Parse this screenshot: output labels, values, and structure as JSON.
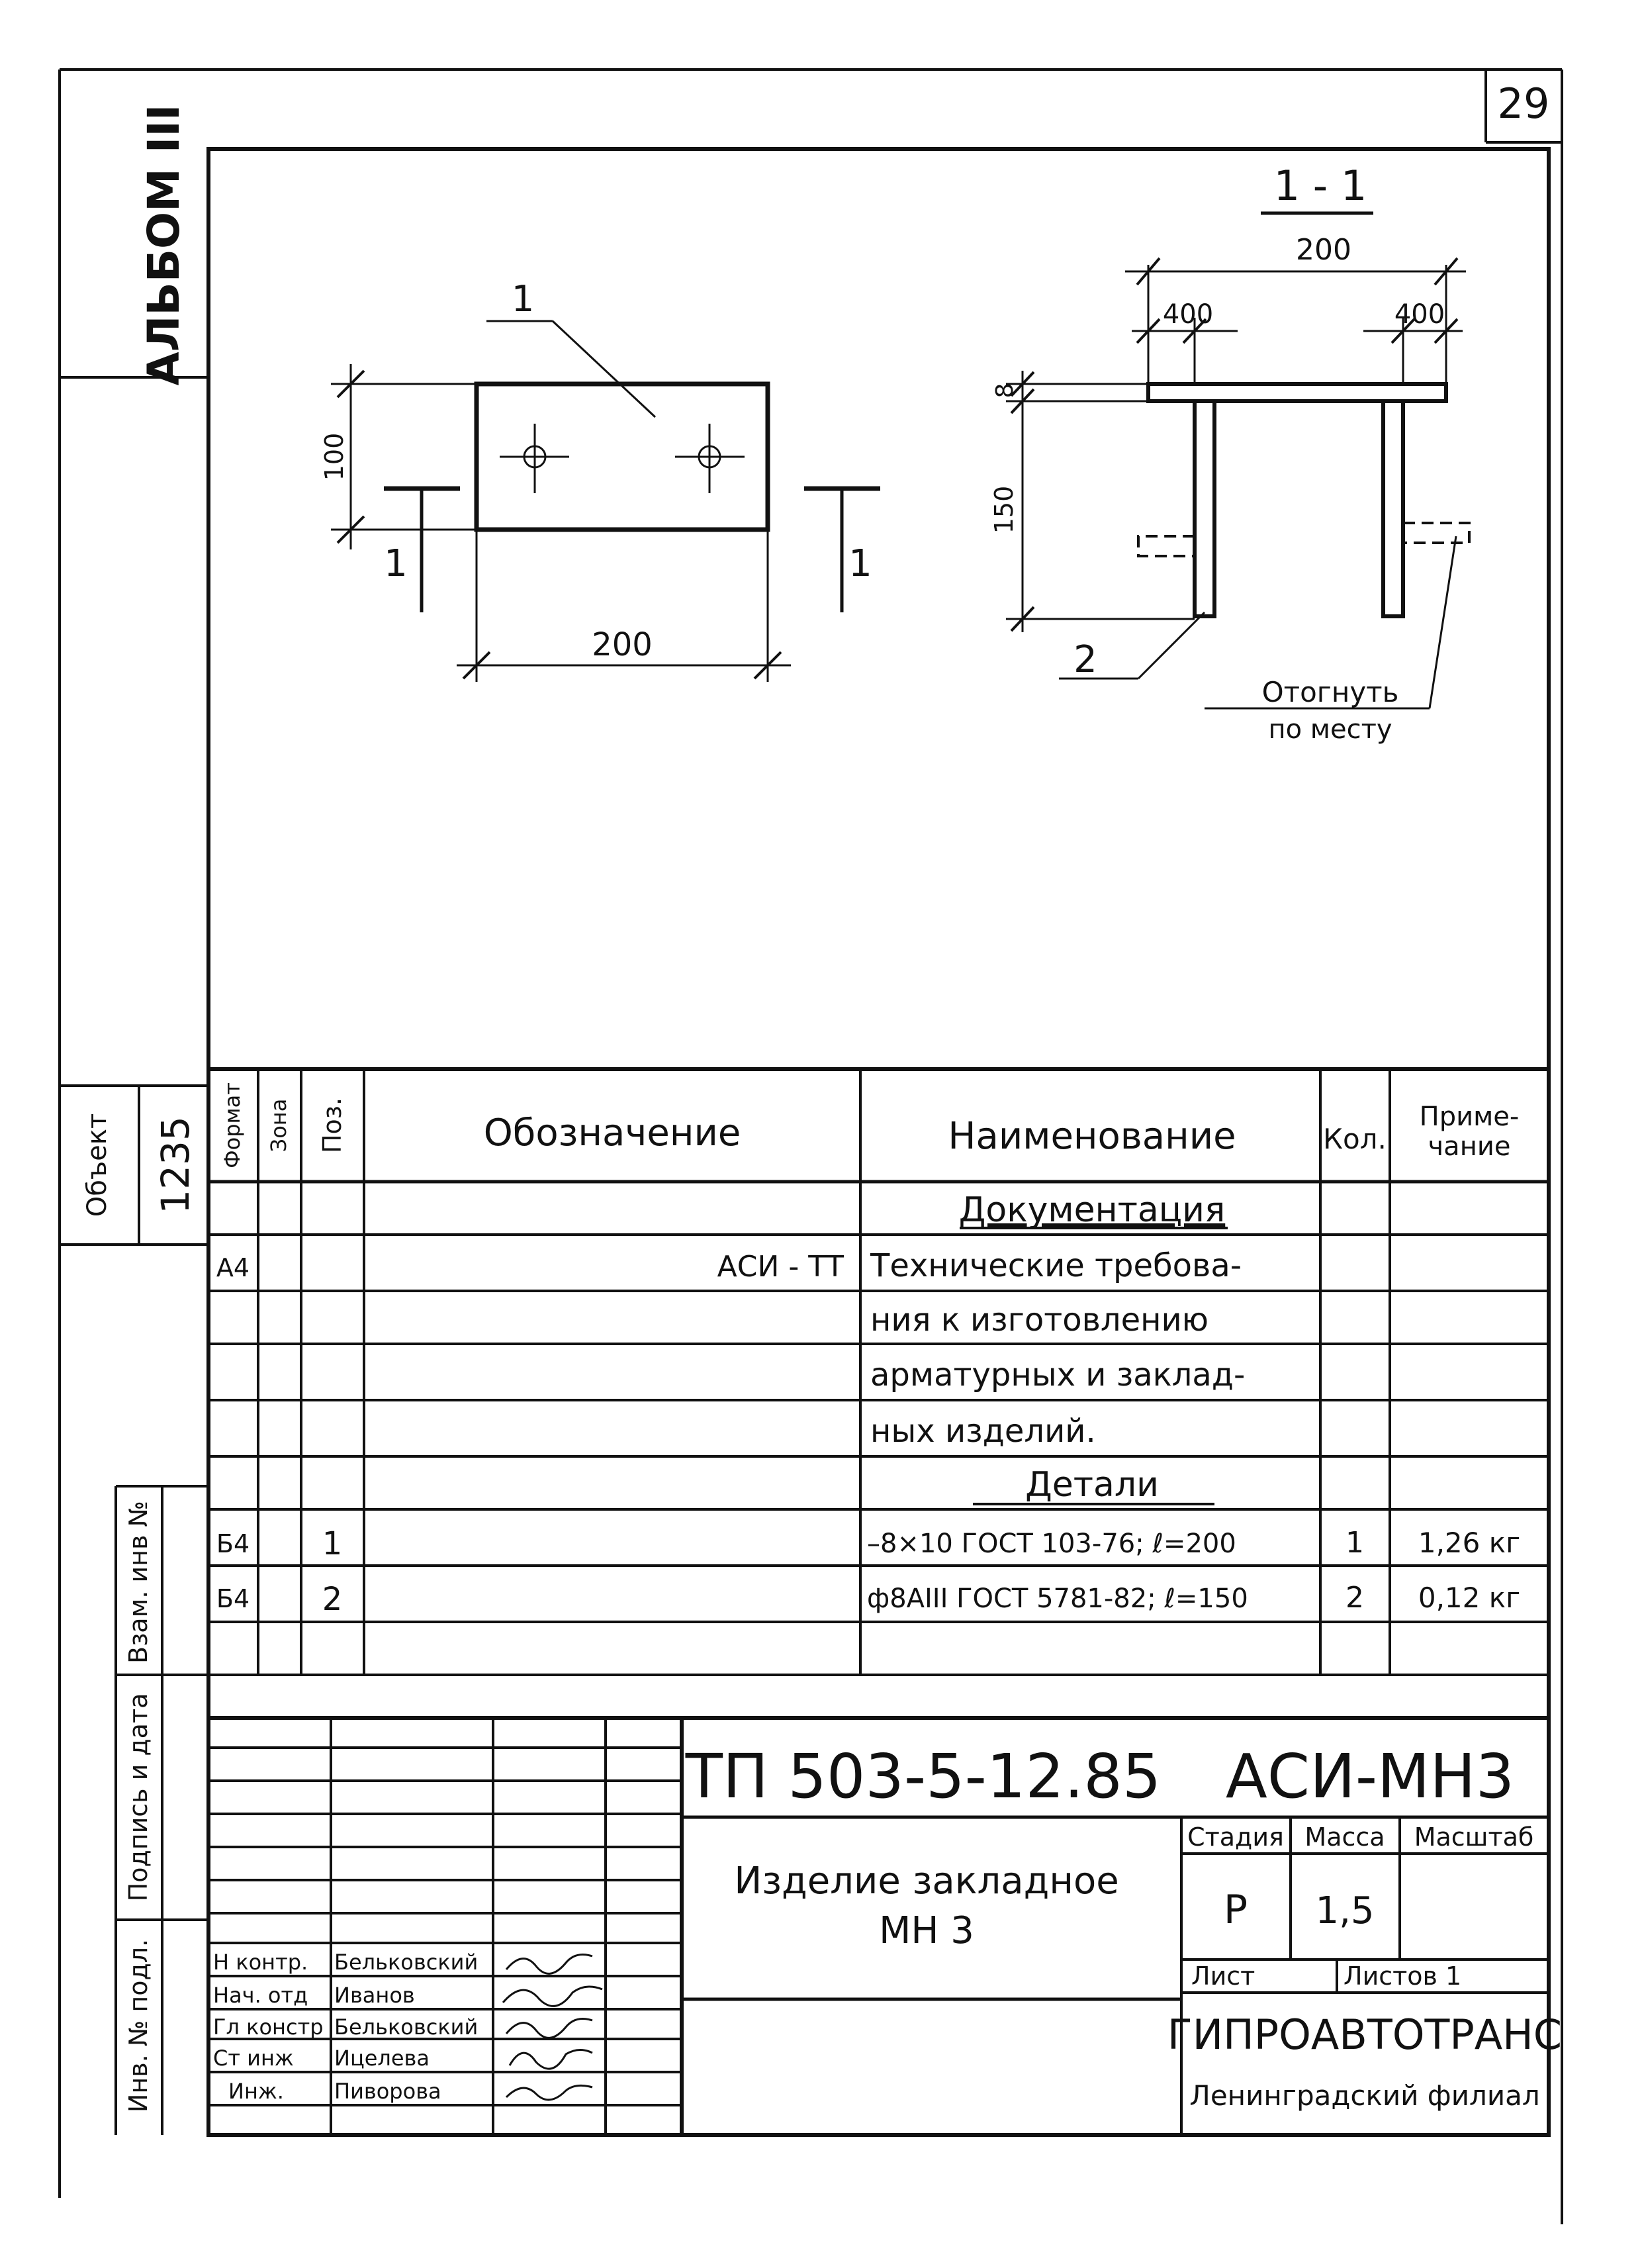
{
  "sheet_number": "29",
  "album": "АЛЬБОМ  III",
  "object_label": "Объект",
  "object_number": "1235",
  "left_strip": {
    "vzam": "Взам. инв №",
    "podpis": "Подпись и дата",
    "inv": "Инв. № подл."
  },
  "drawing": {
    "plan": {
      "callout": "1",
      "dim_width": "200",
      "dim_height": "100",
      "section_mark_left": "1",
      "section_mark_right": "1"
    },
    "section": {
      "title": "1 - 1",
      "dim_total": "200",
      "dim_left": "400",
      "dim_right": "400",
      "dim_thick": "8",
      "dim_height": "150",
      "callout": "2",
      "note_line1": "Отогнуть",
      "note_line2": "по месту"
    }
  },
  "spec": {
    "headers": {
      "format": "Формат",
      "zone": "Зона",
      "pos": "Поз.",
      "designation": "Обозначение",
      "name": "Наименование",
      "qty": "Кол.",
      "note_line1": "Приме-",
      "note_line2": "чание"
    },
    "section_docs": "Документация",
    "doc_row": {
      "format": "А4",
      "designation": "АСИ - ТТ",
      "name_lines": [
        "Технические требова-",
        "ния к изготовлению",
        "арматурных и заклад-",
        "ных изделий."
      ]
    },
    "section_parts": "Детали",
    "parts": [
      {
        "format": "Б4",
        "pos": "1",
        "name": "–8×10 ГОСТ 103-76; ℓ=200",
        "qty": "1",
        "note": "1,26 кг"
      },
      {
        "format": "Б4",
        "pos": "2",
        "name": "ф8АIII ГОСТ 5781-82; ℓ=150",
        "qty": "2",
        "note": "0,12 кг"
      }
    ]
  },
  "title_block": {
    "code": "ТП 503-5-12.85",
    "mark": "АСИ-МН3",
    "item_line1": "Изделие закладное",
    "item_line2": "МН 3",
    "stage_label": "Стадия",
    "mass_label": "Масса",
    "scale_label": "Масштаб",
    "stage": "Р",
    "mass": "1,5",
    "sheet_label": "Лист",
    "sheets_label": "Листов 1",
    "org": "ГИПРОАВТОТРАНС",
    "branch": "Ленинградский филиал",
    "signatures": [
      {
        "role": "Н контр.",
        "name": "Бельковский"
      },
      {
        "role": "Нач. отд",
        "name": "Иванов"
      },
      {
        "role": "Гл констр",
        "name": "Бельковский"
      },
      {
        "role": "Ст инж",
        "name": "Ицелева"
      },
      {
        "role": "Инж.",
        "name": "Пиворова"
      }
    ]
  }
}
